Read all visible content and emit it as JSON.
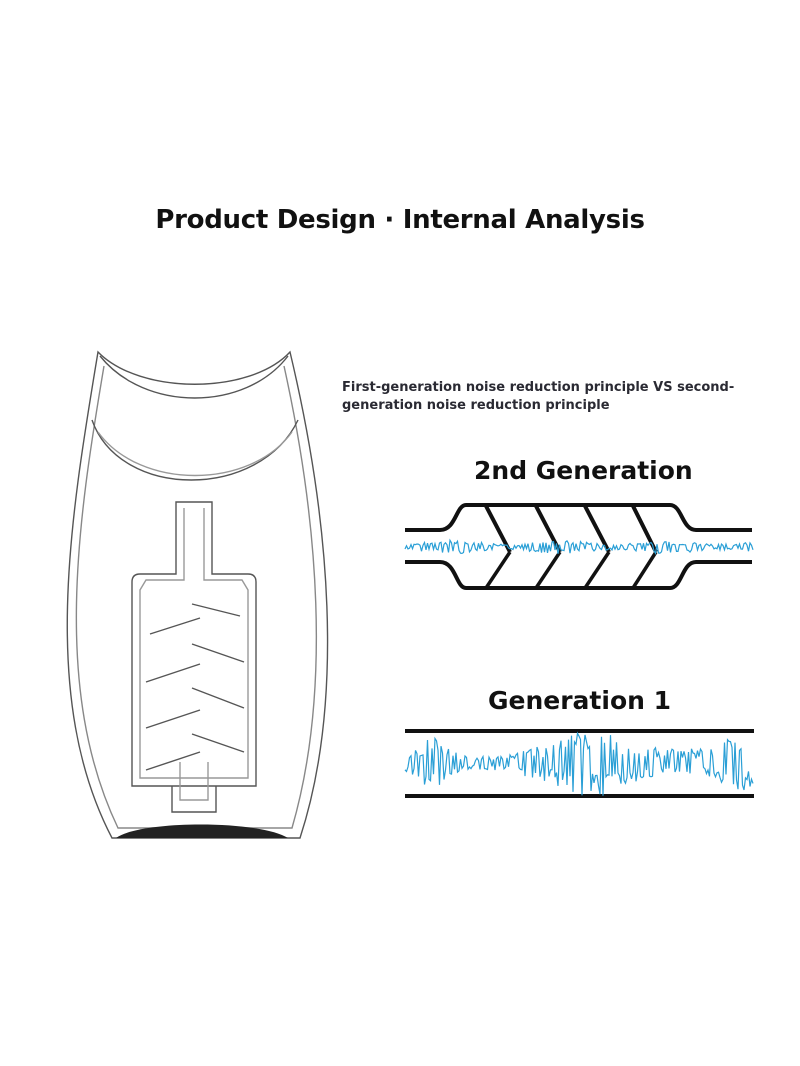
{
  "header": {
    "title": "Product Design · Internal Analysis",
    "subtitle": "First-generation noise reduction principle VS second-generation noise reduction principle"
  },
  "diagrams": {
    "second_generation": {
      "label": "2nd Generation"
    },
    "first_generation": {
      "label": "Generation 1"
    }
  },
  "colors": {
    "line": "#111111",
    "wave": "#2a9fd6",
    "outline": "#555555",
    "base": "#222222"
  }
}
